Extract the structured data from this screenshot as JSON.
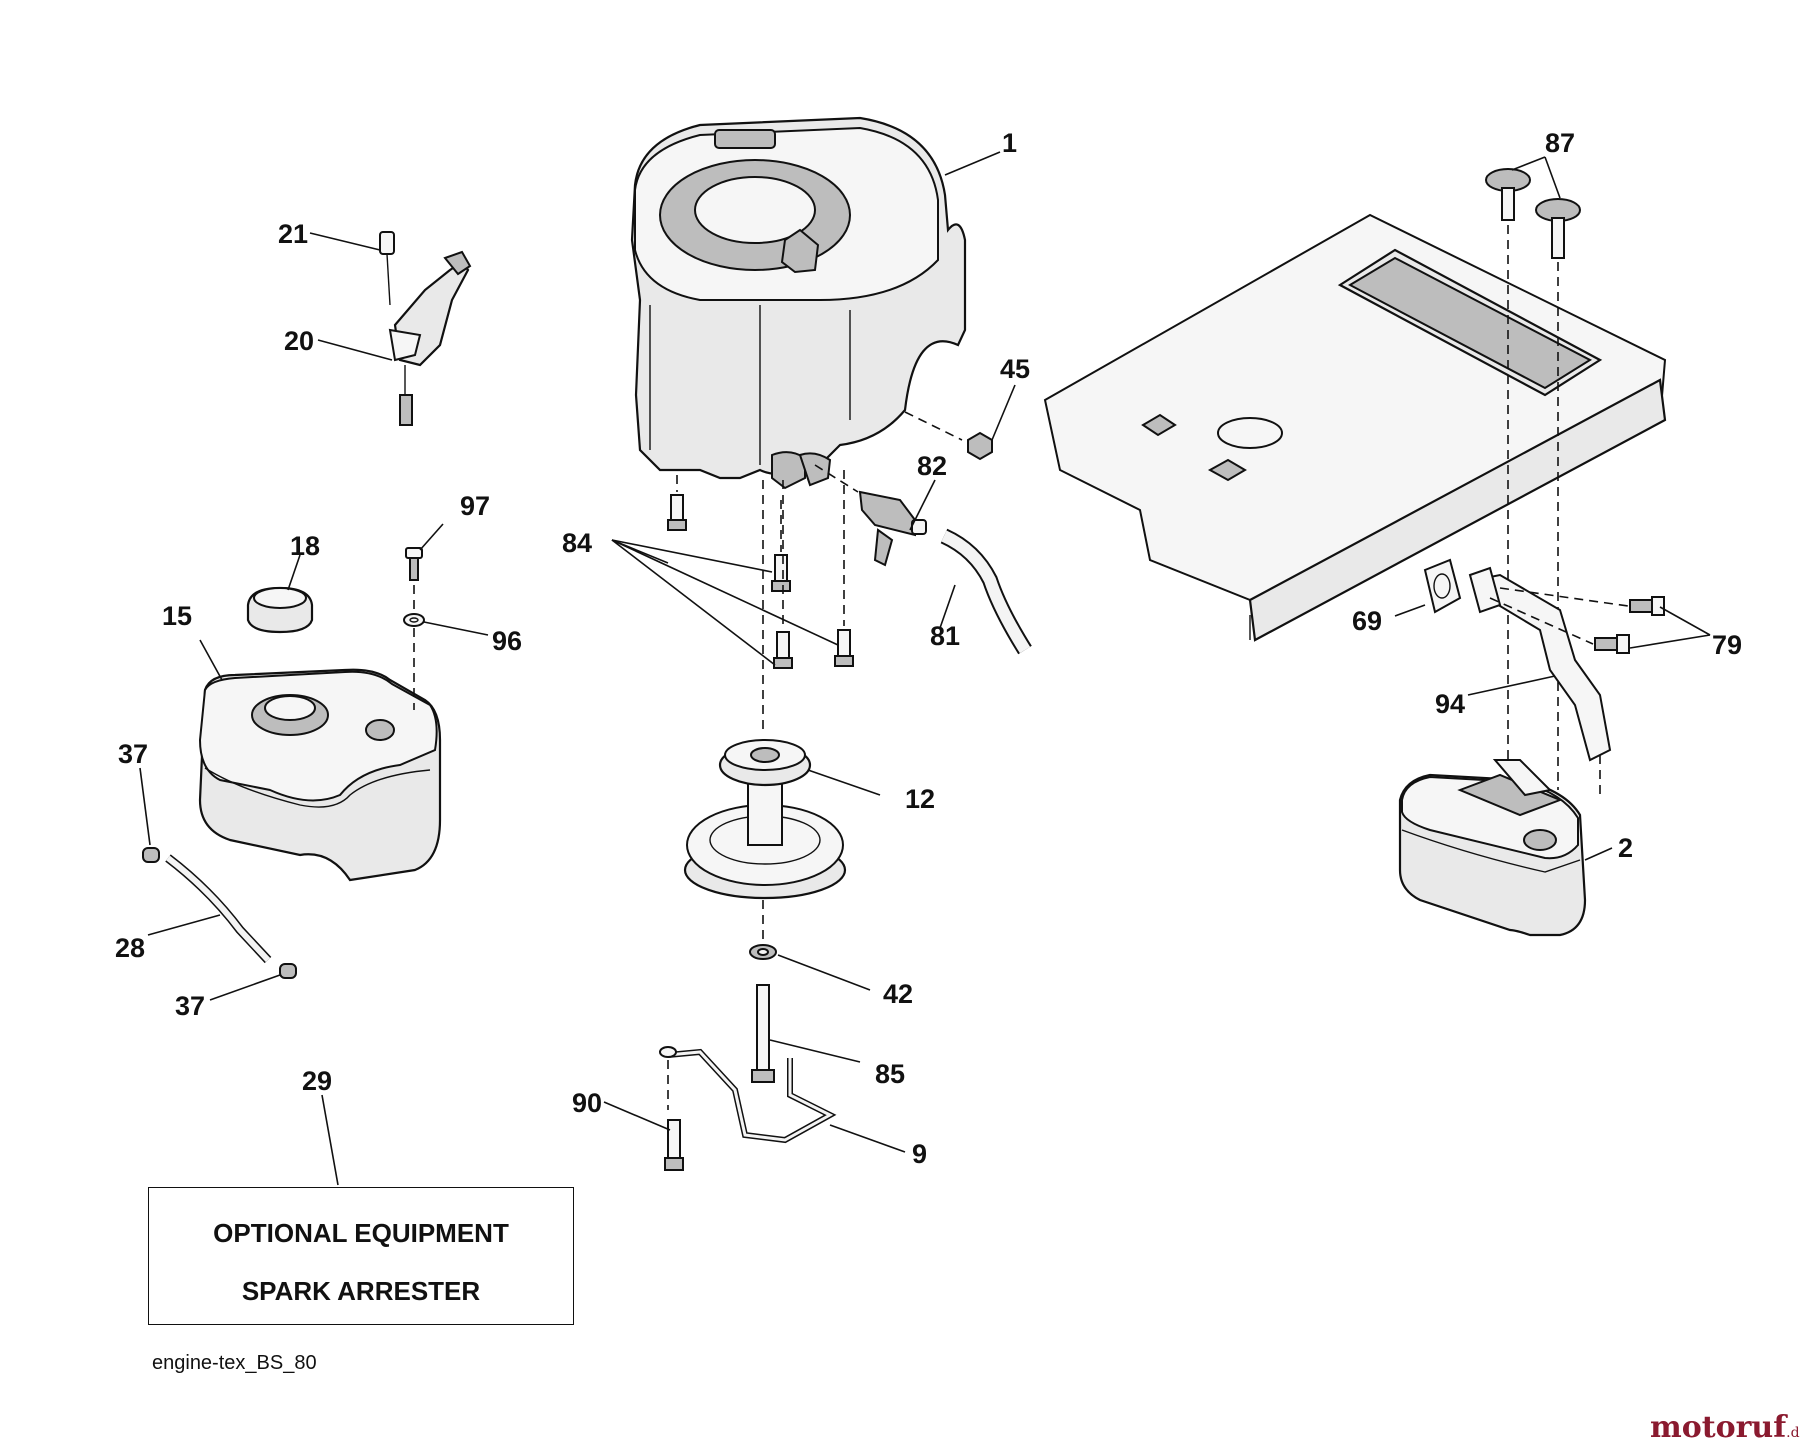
{
  "diagram": {
    "callouts": [
      "1",
      "87",
      "21",
      "20",
      "45",
      "82",
      "84",
      "81",
      "97",
      "18",
      "96",
      "15",
      "37",
      "28",
      "37",
      "12",
      "42",
      "85",
      "90",
      "9",
      "29",
      "69",
      "79",
      "94",
      "2"
    ],
    "optional_box": {
      "line1": "OPTIONAL EQUIPMENT",
      "line2": "SPARK ARRESTER"
    },
    "drawing_ref": "engine-tex_BS_80",
    "watermark": {
      "brand": "motoruf",
      "suffix": ".de"
    }
  }
}
